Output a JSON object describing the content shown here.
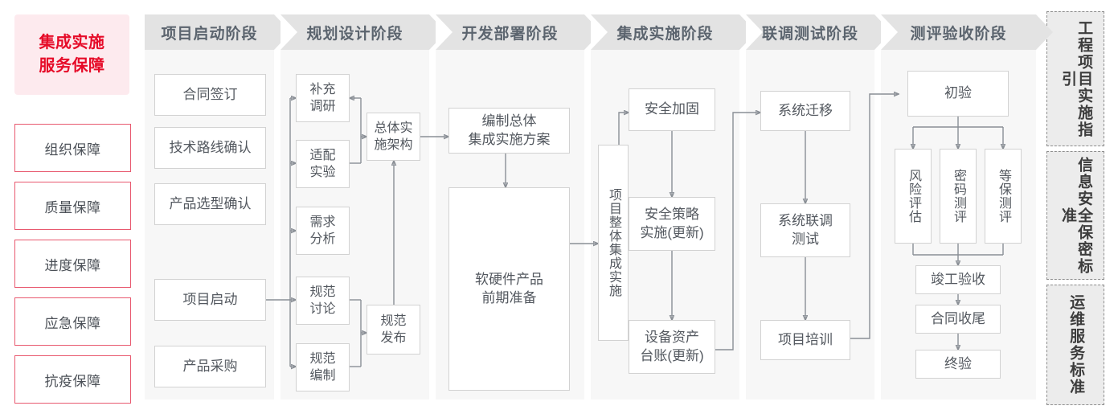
{
  "sidebar": {
    "title": "集成实施\n服务保障",
    "title_line1": "集成实施",
    "title_line2": "服务保障",
    "accent_color": "#e60b28",
    "accent_bg": "#fdeaee",
    "border_color": "#e8596f",
    "items": [
      {
        "label": "组织保障"
      },
      {
        "label": "质量保障"
      },
      {
        "label": "进度保障"
      },
      {
        "label": "应急保障"
      },
      {
        "label": "抗疫保障"
      }
    ]
  },
  "phases": [
    {
      "id": "startup",
      "label": "项目启动阶段"
    },
    {
      "id": "planning",
      "label": "规划设计阶段"
    },
    {
      "id": "develop",
      "label": "开发部署阶段"
    },
    {
      "id": "integrate",
      "label": "集成实施阶段"
    },
    {
      "id": "testing",
      "label": "联调测试阶段"
    },
    {
      "id": "accept",
      "label": "测评验收阶段"
    }
  ],
  "nodes": {
    "contract": "合同签订",
    "tech_route": "技术路线确认",
    "product_select": "产品选型确认",
    "project_kickoff": "项目启动",
    "procurement": "产品采购",
    "supp_research": "补充\n调研",
    "adapt_test": "适配\n实验",
    "req_analysis": "需求\n分析",
    "spec_discuss": "规范\n讨论",
    "spec_draft": "规范\n编制",
    "spec_release": "规范\n发布",
    "overall_arch": "总体实\n施架构",
    "compile_plan": "编制总体\n集成实施方案",
    "hw_sw_prep": "软硬件产品\n前期准备",
    "overall_integration": "项目整体集成实施",
    "security_harden": "安全加固",
    "security_policy": "安全策略\n实施(更新)",
    "asset_ledger": "设备资产\n台账(更新)",
    "sys_migration": "系统迁移",
    "sys_joint_test": "系统联调\n测试",
    "project_train": "项目培训",
    "initial_accept": "初验",
    "risk_assess": "风险评估",
    "crypto_eval": "密码测评",
    "mlps_eval": "等保测评",
    "final_inspect": "竣工验收",
    "contract_close": "合同收尾",
    "final_accept": "终验"
  },
  "standards_rail": [
    {
      "label": "工程项目实施指引"
    },
    {
      "label": "信息安全保密标准"
    },
    {
      "label": "运维服务标准"
    }
  ],
  "colors": {
    "panel_bg": "#f7f7f7",
    "header_bg": "#e3e3e3",
    "header_text": "#5b646e",
    "node_border": "#d2d2d2",
    "node_text": "#53585f",
    "wire": "#8a8f96"
  }
}
